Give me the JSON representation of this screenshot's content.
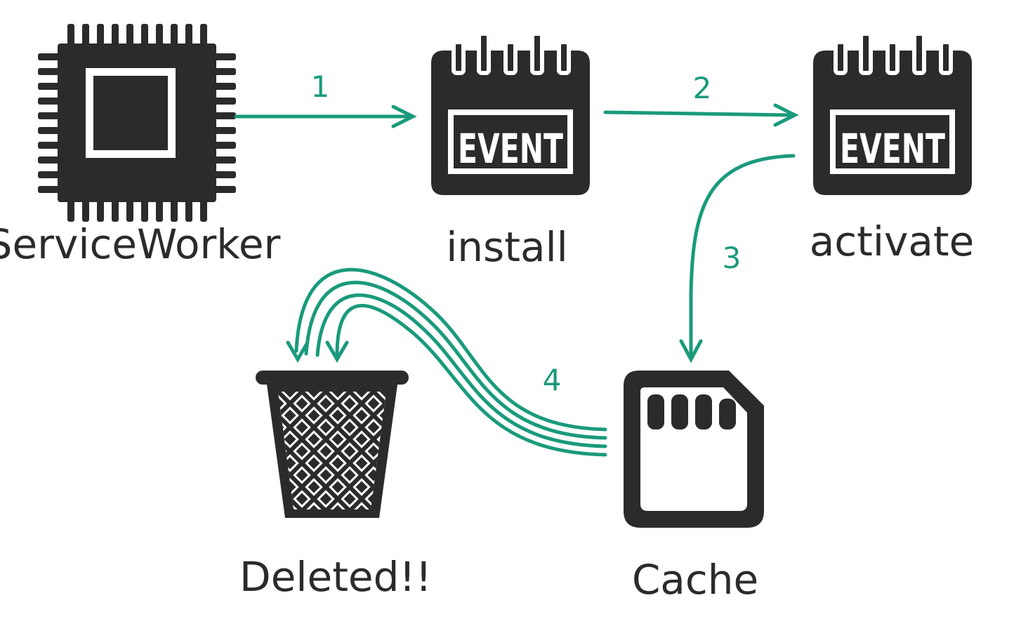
{
  "colors": {
    "ink": "#2b2b2b",
    "accent": "#1a9a7c",
    "background": "#ffffff"
  },
  "nodes": {
    "service_worker": {
      "icon": "chip-icon",
      "label": "ServiceWorker"
    },
    "install": {
      "icon": "calendar-event-icon",
      "badge": "EVENT",
      "label": "install"
    },
    "activate": {
      "icon": "calendar-event-icon",
      "badge": "EVENT",
      "label": "activate"
    },
    "cache": {
      "icon": "sd-card-icon",
      "label": "Cache"
    },
    "deleted": {
      "icon": "trash-basket-icon",
      "label": "Deleted!!"
    }
  },
  "edges": [
    {
      "from": "ServiceWorker",
      "to": "install",
      "label": "1"
    },
    {
      "from": "install",
      "to": "activate",
      "label": "2"
    },
    {
      "from": "activate",
      "to": "Cache",
      "label": "3"
    },
    {
      "from": "Cache",
      "to": "Deleted!!",
      "label": "4"
    }
  ]
}
